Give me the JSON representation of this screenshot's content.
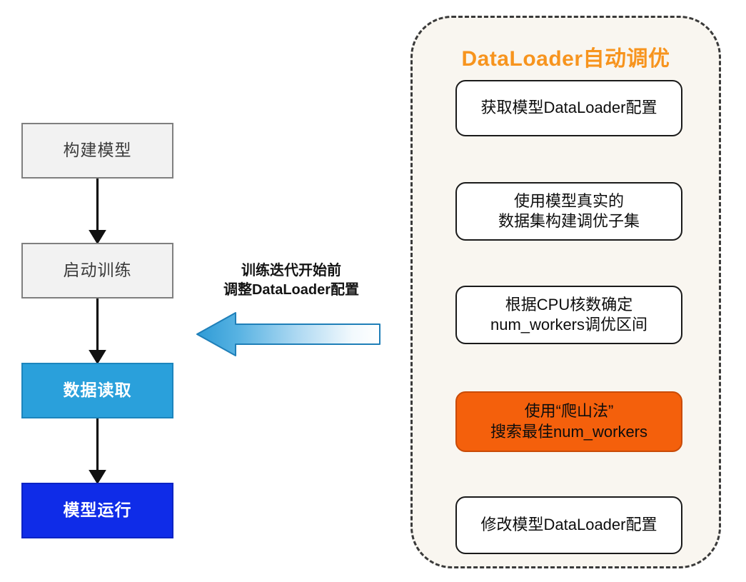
{
  "left_flow": {
    "steps": [
      {
        "label": "构建模型",
        "style": "plain"
      },
      {
        "label": "启动训练",
        "style": "plain"
      },
      {
        "label": "数据读取",
        "style": "lightblue"
      },
      {
        "label": "模型运行",
        "style": "deepblue"
      }
    ]
  },
  "tuner_panel": {
    "title": "DataLoader自动调优",
    "steps": [
      {
        "line1": "获取模型DataLoader配置",
        "line2": ""
      },
      {
        "line1": "使用模型真实的",
        "line2": "数据集构建调优子集"
      },
      {
        "line1": "根据CPU核数确定",
        "line2": "num_workers调优区间"
      },
      {
        "line1": "使用“爬山法”",
        "line2": "搜索最佳num_workers"
      },
      {
        "line1": "修改模型DataLoader配置",
        "line2": ""
      }
    ]
  },
  "connector_arrow": {
    "label_line1": "训练迭代开始前",
    "label_line2": "调整DataLoader配置",
    "direction": "left"
  },
  "colors": {
    "panel_background": "#f9f6f0",
    "panel_border": "#3a3a3a",
    "title_orange": "#f7941e",
    "highlight_orange": "#f4600c",
    "light_blue": "#2aa0db",
    "deep_blue": "#0f2ce8",
    "plain_gray_fill": "#f2f2f2",
    "plain_gray_border": "#7f7f7f",
    "arrow_blue": "#2e9bd6"
  }
}
